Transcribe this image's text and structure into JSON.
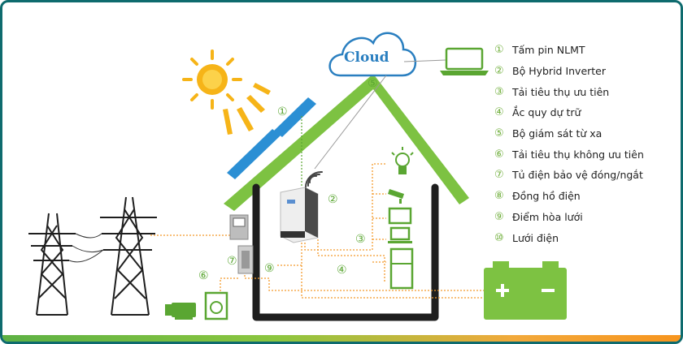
{
  "cloud_label": "Cloud",
  "legend": [
    {
      "num": "①",
      "label": "Tấm pin NLMT"
    },
    {
      "num": "②",
      "label": "Bộ Hybrid Inverter"
    },
    {
      "num": "③",
      "label": "Tải tiêu thụ ưu tiên"
    },
    {
      "num": "④",
      "label": "Ắc quy dự trữ"
    },
    {
      "num": "⑤",
      "label": "Bộ giám sát từ xa"
    },
    {
      "num": "⑥",
      "label": "Tải tiêu thụ không ưu tiên"
    },
    {
      "num": "⑦",
      "label": "Tủ điện bảo vệ đóng/ngắt"
    },
    {
      "num": "⑧",
      "label": "Đồng hồ điện"
    },
    {
      "num": "⑨",
      "label": "Điểm hòa lưới"
    },
    {
      "num": "⑩",
      "label": "Lưới điện"
    }
  ],
  "markers": {
    "m1": "①",
    "m2": "②",
    "m3": "③",
    "m4": "④",
    "m5": "⑤",
    "m6": "⑥",
    "m7": "⑦",
    "m9": "⑨"
  },
  "colors": {
    "roof": "#7dc242",
    "house": "#1e1e1e",
    "panel": "#2b8fd4",
    "sun": "#f6b418",
    "cloud": "#2a7fc0",
    "battery": "#7dc242",
    "wire": "#f39a2c",
    "accent": "#6fae3a"
  }
}
